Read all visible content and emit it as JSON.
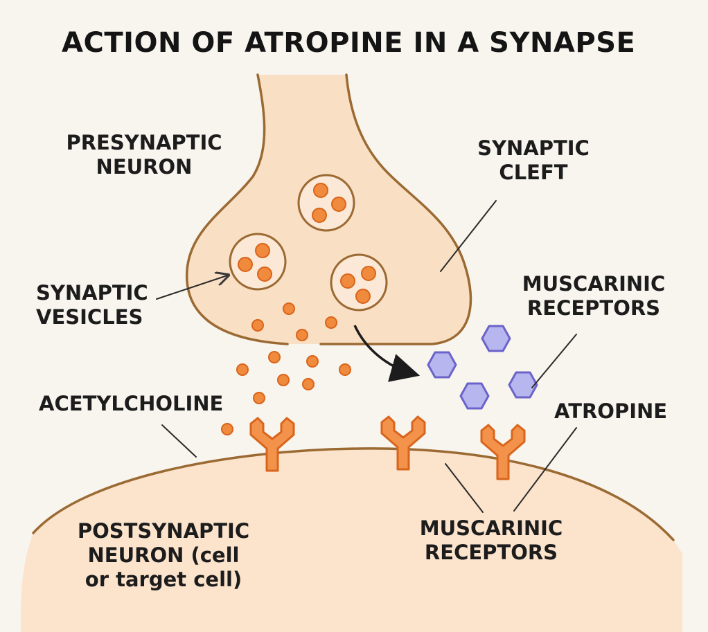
{
  "title": "ACTION OF ATROPINE IN A SYNAPSE",
  "labels": {
    "presynaptic": {
      "line1": "PRESYNAPTIC",
      "line2": "NEURON"
    },
    "synaptic_cleft": {
      "line1": "SYNAPTIC",
      "line2": "CLEFT"
    },
    "synaptic_vesicles": {
      "line1": "SYNAPTIC",
      "line2": "VESICLES"
    },
    "muscarinic_top": {
      "line1": "MUSCARINIC",
      "line2": "RECEPTORS"
    },
    "acetylcholine": "ACETYLCHOLINE",
    "atropine": "ATROPINE",
    "postsynaptic": {
      "line1": "POSTSYNAPTIC",
      "line2": "NEURON (cell",
      "line3": "or target cell)"
    },
    "muscarinic_bottom": {
      "line1": "MUSCARINIC",
      "line2": "RECEPTORS"
    }
  },
  "colors": {
    "background": "#f8f4ee",
    "neuron_fill": "#f9dfc4",
    "neuron_outline": "#9b6a33",
    "postsynaptic_fill": "#fbe3cc",
    "acetylcholine": "#f08a3c",
    "acetylcholine_outline": "#d9641a",
    "receptor": "#f3924a",
    "receptor_outline": "#d9651c",
    "atropine": "#b8b6ee",
    "atropine_outline": "#6a63c9",
    "text": "#1c1c1c"
  }
}
